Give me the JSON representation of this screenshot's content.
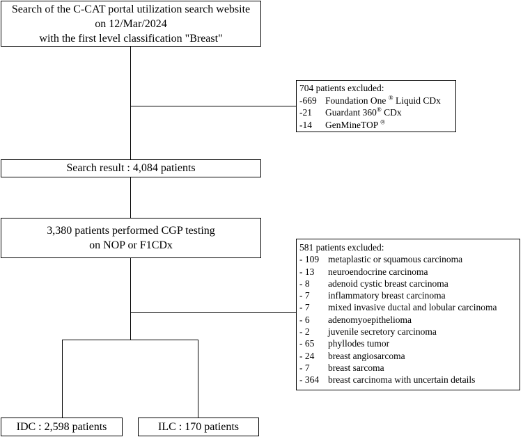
{
  "nodes": {
    "search_box": {
      "lines": [
        "Search of the C-CAT portal utilization search website",
        "on 12/Mar/2024",
        "with the first level classification \"Breast\""
      ]
    },
    "excluded_1": {
      "header": "704 patients excluded:",
      "items": [
        {
          "count": "-669",
          "label_pre": "Foundation One ",
          "sup": "®",
          "label_post": " Liquid CDx"
        },
        {
          "count": "-21",
          "label_pre": "Guardant 360",
          "sup": "®",
          "label_post": " CDx"
        },
        {
          "count": "-14",
          "label_pre": "GenMineTOP ",
          "sup": "®",
          "label_post": ""
        }
      ]
    },
    "search_result": {
      "text": "Search result : 4,084 patients"
    },
    "cgp_box": {
      "lines": [
        "3,380 patients performed CGP testing",
        "on NOP or F1CDx"
      ]
    },
    "excluded_2": {
      "header": "581 patients excluded:",
      "items": [
        {
          "count": "- 109",
          "label": "metaplastic or squamous carcinoma"
        },
        {
          "count": "- 13",
          "label": "neuroendocrine carcinoma"
        },
        {
          "count": "- 8",
          "label": "adenoid cystic breast carcinoma"
        },
        {
          "count": "- 7",
          "label": "inflammatory breast carcinoma"
        },
        {
          "count": "- 7",
          "label": "mixed invasive ductal and lobular carcinoma"
        },
        {
          "count": "- 6",
          "label": "adenomyoepithelioma"
        },
        {
          "count": "- 2",
          "label": "juvenile secretory carcinoma"
        },
        {
          "count": "- 65",
          "label": "phyllodes tumor"
        },
        {
          "count": "- 24",
          "label": "breast angiosarcoma"
        },
        {
          "count": "- 7",
          "label": "breast sarcoma"
        },
        {
          "count": "- 364",
          "label": "breast carcinoma with uncertain details"
        }
      ]
    },
    "idc": {
      "text": "IDC : 2,598 patients"
    },
    "ilc": {
      "text": "ILC : 170 patients"
    }
  }
}
